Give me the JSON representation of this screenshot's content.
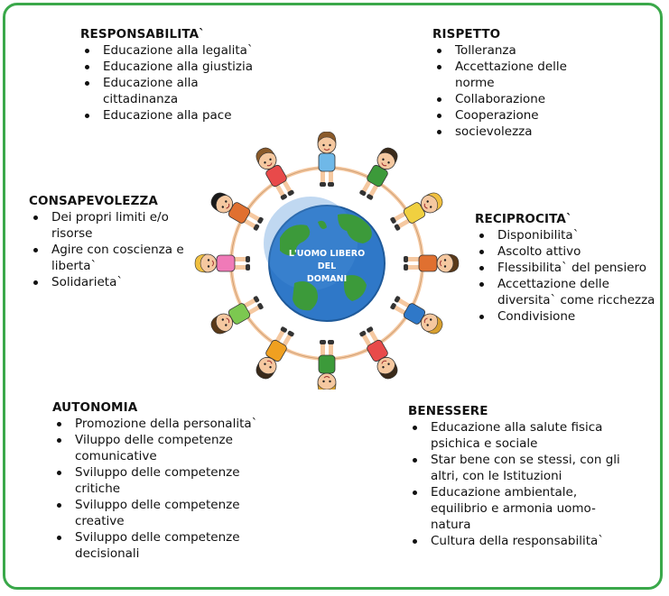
{
  "globe": {
    "lines": [
      "L'UOMO LIBERO",
      "DEL",
      "DOMANI"
    ]
  },
  "sections": {
    "responsabilita": {
      "title": "RESPONSABILITA`",
      "items": [
        "Educazione alla legalita`",
        "Educazione alla giustizia",
        "Educazione alla cittadinanza",
        "Educazione alla pace"
      ]
    },
    "rispetto": {
      "title": "RISPETTO",
      "items": [
        "Tolleranza",
        "Accettazione delle norme",
        "Collaborazione",
        "Cooperazione",
        "socievolezza"
      ]
    },
    "consapevolezza": {
      "title": "CONSAPEVOLEZZA",
      "items": [
        "Dei propri limiti e/o risorse",
        "Agire con coscienza e liberta`",
        "Solidarieta`"
      ]
    },
    "reciprocita": {
      "title": "RECIPROCITA`",
      "items": [
        "Disponibilita`",
        "Ascolto attivo",
        "Flessibilita` del pensiero",
        "Accettazione delle diversita` come ricchezza",
        "Condivisione"
      ]
    },
    "autonomia": {
      "title": "AUTONOMIA",
      "items": [
        "Promozione della personalita`",
        "Viluppo delle competenze comunicative",
        "Sviluppo delle competenze critiche",
        "Sviluppo delle competenze creative",
        "Sviluppo delle competenze decisionali"
      ]
    },
    "benessere": {
      "title": "BENESSERE",
      "items": [
        "Educazione alla salute fisica psichica e sociale",
        "Star bene con se stessi, con gli altri, con le Istituzioni",
        "Educazione ambientale, equilibrio e armonia uomo-natura",
        "Cultura della responsabilita`"
      ]
    }
  },
  "colors": {
    "frame": "#3aa84a",
    "ocean": "#2f78c8",
    "land": "#3c9a3a",
    "skin": "#f5c8a0"
  }
}
